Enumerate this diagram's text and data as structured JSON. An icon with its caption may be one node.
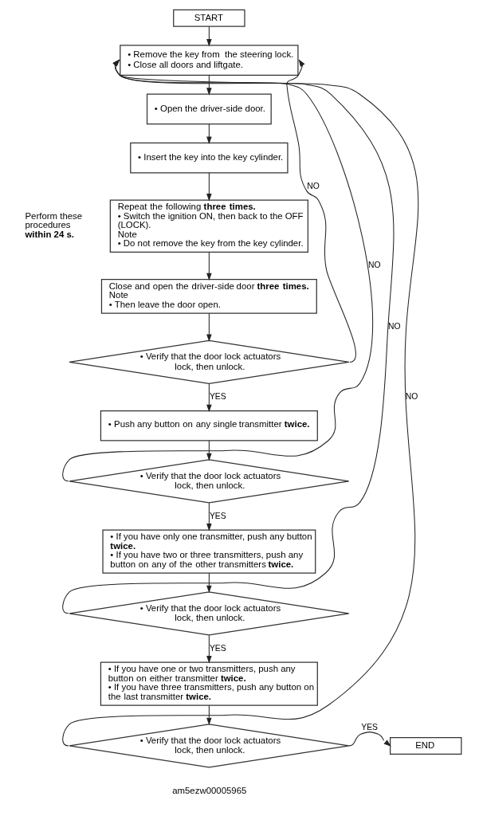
{
  "diagram": {
    "nodes": [
      {
        "text": [
          "START"
        ]
      },
      {
        "text": [
          "• Remove the key from  the steering lock.",
          "• Close all doors and liftgate."
        ]
      },
      {
        "text": [
          "• Open the driver-side door."
        ]
      },
      {
        "text": [
          "• Insert the key into the key cylinder."
        ]
      },
      {
        "text": [
          "Repeat the following **three times.**",
          "• Switch the ignition ON, then back to the OFF (LOCK).",
          "Note",
          "• Do not remove the key from the key cylinder."
        ]
      },
      {
        "text": [
          "Close and open the driver-side door **three times.**",
          "Note",
          "• Then leave the door open."
        ]
      },
      {
        "text": [
          "• Verify that the door lock actuators lock, then unlock."
        ]
      },
      {
        "text": [
          "• Push any button on any single transmitter **twice.**"
        ]
      },
      {
        "text": [
          "• Verify that the door lock actuators lock, then unlock."
        ]
      },
      {
        "text": [
          "• If you have only one transmitter, push any button **twice.**",
          "• If you have two or three transmitters, push any button on any of the other transmitters **twice.**"
        ]
      },
      {
        "text": [
          "• Verify that the door lock actuators lock, then unlock."
        ]
      },
      {
        "text": [
          "• If you have one or two transmitters, push any button on either transmitter **twice.**",
          "• If you have three transmitters, push any button on the last transmitter **twice.**"
        ]
      },
      {
        "text": [
          "• Verify that the door lock actuators lock, then unlock."
        ]
      },
      {
        "text": [
          "END"
        ]
      }
    ],
    "edges": [
      {
        "from": 0,
        "to": 1,
        "arrow": "to"
      },
      {
        "from": 1,
        "to": 2,
        "arrow": "to"
      },
      {
        "from": 2,
        "to": 3,
        "arrow": "to"
      },
      {
        "from": 3,
        "to": 4,
        "arrow": "to"
      },
      {
        "from": 4,
        "to": 5,
        "arrow": "to"
      },
      {
        "from": 5,
        "to": 6,
        "arrow": "to"
      },
      {
        "from": 6,
        "to": 1,
        "arrow": "to",
        "label": "NO"
      },
      {
        "from": 6,
        "to": 7,
        "arrow": "to",
        "label": "YES"
      },
      {
        "from": 7,
        "to": 8,
        "arrow": "to"
      },
      {
        "from": 8,
        "to": 1,
        "arrow": "to",
        "label": "NO"
      },
      {
        "from": 8,
        "to": 9,
        "arrow": "to",
        "label": "YES"
      },
      {
        "from": 9,
        "to": 10,
        "arrow": "to"
      },
      {
        "from": 10,
        "to": 1,
        "arrow": "to",
        "label": "NO"
      },
      {
        "from": 10,
        "to": 11,
        "arrow": "to",
        "label": "YES"
      },
      {
        "from": 11,
        "to": 12,
        "arrow": "to"
      },
      {
        "from": 12,
        "to": 1,
        "arrow": "to",
        "label": "NO"
      },
      {
        "from": 12,
        "to": 13,
        "arrow": "to",
        "label": "YES"
      }
    ],
    "labels": [
      "Perform these procedures **within 24 s.**",
      "am5ezw00005965"
    ]
  }
}
